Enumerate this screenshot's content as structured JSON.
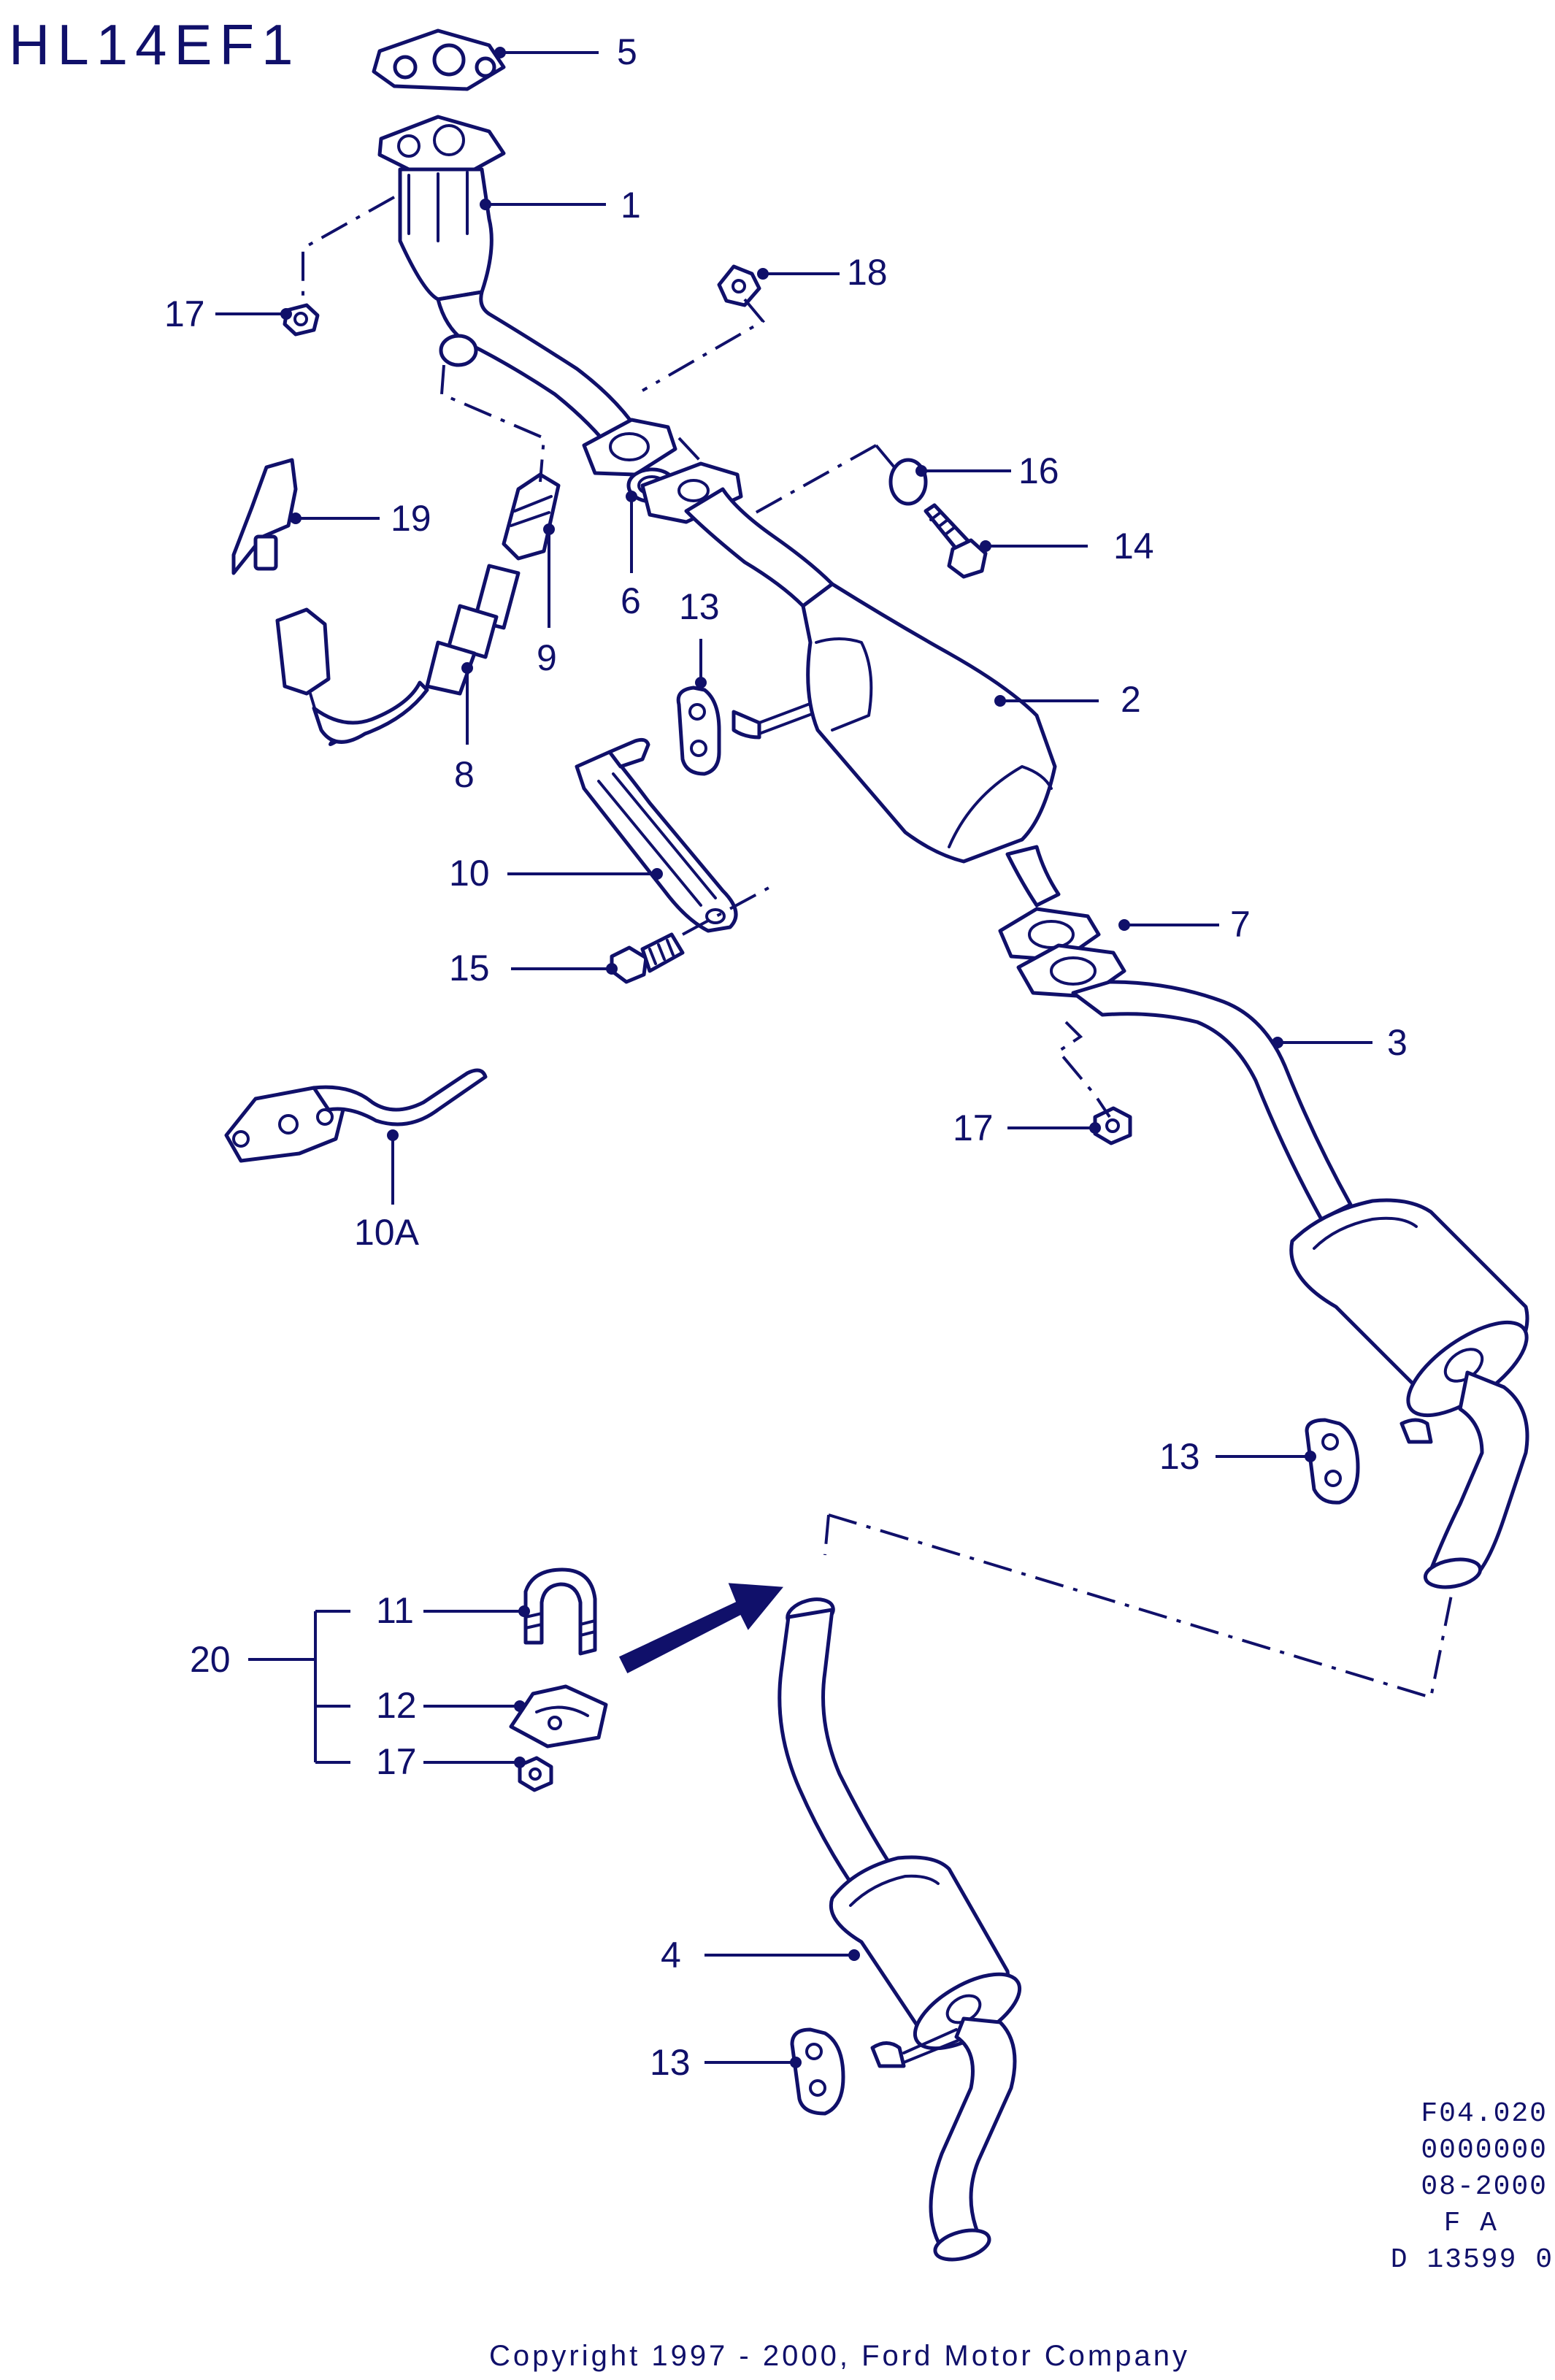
{
  "title": "HL14EF1",
  "callouts": {
    "c5": "5",
    "c1": "1",
    "c17a": "17",
    "c18": "18",
    "c19": "19",
    "c16": "16",
    "c14": "14",
    "c6": "6",
    "c13a": "13",
    "c9": "9",
    "c2": "2",
    "c8": "8",
    "c10": "10",
    "c7": "7",
    "c15": "15",
    "c3": "3",
    "c17b": "17",
    "c10a": "10A",
    "c13b": "13",
    "c11": "11",
    "c20": "20",
    "c12": "12",
    "c17c": "17",
    "c4": "4",
    "c13c": "13"
  },
  "reference": {
    "line1": "F04.020",
    "line2": "0000000",
    "line3": "08-2000",
    "line4": "F A",
    "line5": "D 13599 0"
  },
  "copyright": "Copyright 1997 - 2000, Ford Motor Company",
  "colors": {
    "ink": "#10106a",
    "background": "#ffffff"
  }
}
